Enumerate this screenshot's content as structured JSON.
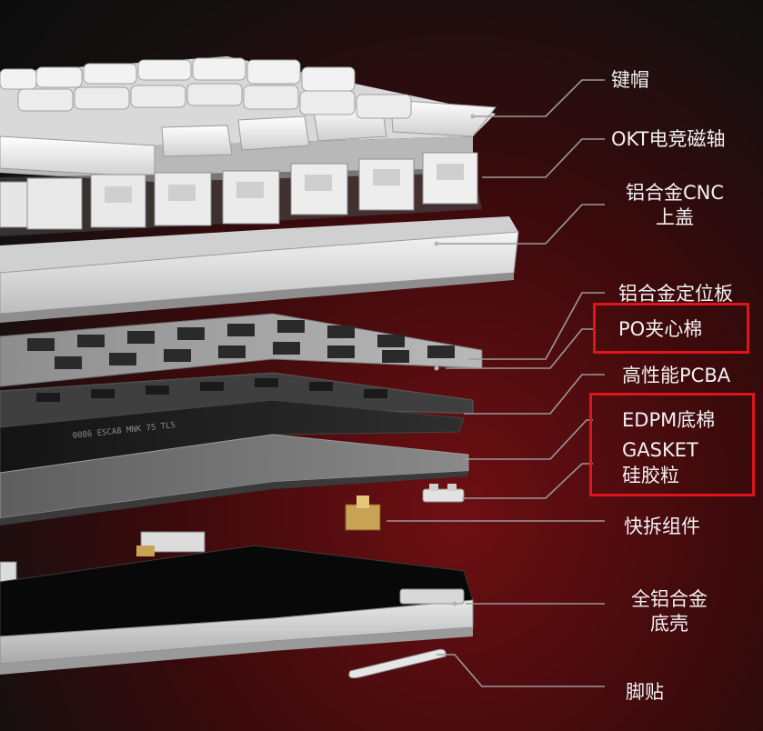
{
  "labels": {
    "keycaps": "键帽",
    "switches": "OKT电竞磁轴",
    "top_case_1": "铝合金CNC",
    "top_case_2": "上盖",
    "plate": "铝合金定位板",
    "po_foam": "PO夹心棉",
    "pcba": "高性能PCBA",
    "edpm_foam": "EDPM底棉",
    "gasket_1": "GASKET",
    "gasket_2": "硅胶粒",
    "quick_release": "快拆组件",
    "bottom_case_1": "全铝合金",
    "bottom_case_2": "底壳",
    "feet": "脚贴"
  },
  "pcb_silkscreen": "0086 ESCA8 MNK 75 TLS",
  "colors": {
    "highlight": "#e0141b",
    "label_text": "#f2f2f2",
    "leader_line": "#9a9a9a"
  }
}
